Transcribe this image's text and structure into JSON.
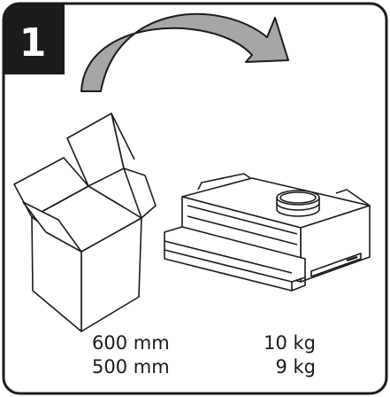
{
  "step": {
    "number": "1",
    "badge_color": "#1c1c1c",
    "number_color": "#ffffff"
  },
  "icons": {
    "arrow": "curved-arrow-icon",
    "box": "open-cardboard-box-icon",
    "appliance": "telescopic-cooker-hood-icon"
  },
  "arrow_fill": "#a6a6a6",
  "specs": [
    {
      "dimension": "600 mm",
      "weight": "10 kg"
    },
    {
      "dimension": "500 mm",
      "weight": "9 kg"
    }
  ]
}
